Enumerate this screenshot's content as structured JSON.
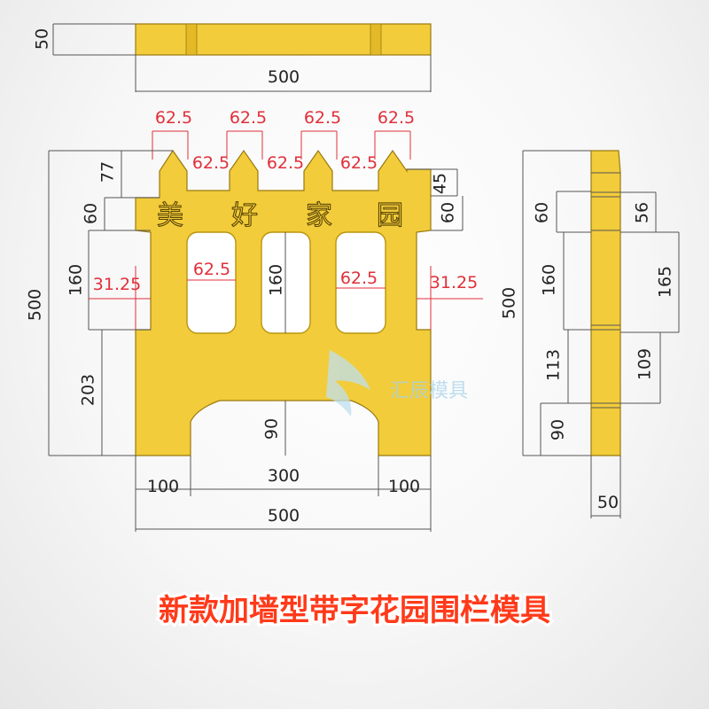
{
  "top_view": {
    "height_label": "50",
    "width_label": "500"
  },
  "front_view": {
    "tooth_width_labels": [
      "62.5",
      "62.5",
      "62.5",
      "62.5"
    ],
    "gap_width_labels": [
      "62.5",
      "62.5",
      "62.5"
    ],
    "engraved_text": [
      "美",
      "好",
      "家",
      "园"
    ],
    "left_dims": {
      "tooth_height": "77",
      "band": "60",
      "window": "160",
      "total": "500",
      "lower": "203"
    },
    "right_dims": {
      "top": "45",
      "band": "60"
    },
    "inner_labels": {
      "left_margin": "31.25",
      "right_margin": "31.25",
      "window_gap_left": "62.5",
      "window_gap_right": "62.5",
      "window_height": "160",
      "arch_height": "90"
    },
    "bottom_dims": {
      "left_leg": "100",
      "opening": "300",
      "right_leg": "100",
      "total_width": "500"
    }
  },
  "side_view": {
    "left_dims": {
      "total": "500",
      "band": "60",
      "window": "160",
      "lower": "113",
      "foot": "90"
    },
    "right_dims": {
      "band": "56",
      "window": "165",
      "lower": "109"
    },
    "thickness": "50"
  },
  "watermark": "汇辰模具",
  "title": "新款加墙型带字花园围栏模具",
  "colors": {
    "part": "#f2cc3a",
    "title": "#ff3a1a",
    "dimension_red": "#e0303a"
  }
}
